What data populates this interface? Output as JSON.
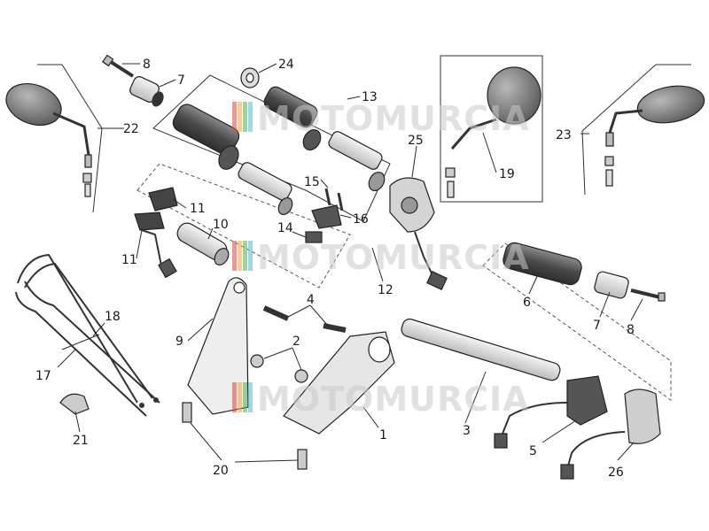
{
  "watermark": {
    "text": "MOTOMURCIA",
    "stripe_colors": [
      "#d9534f",
      "#f0ad4e",
      "#5cb85c",
      "#5bc0de"
    ]
  },
  "callouts": {
    "c1": "1",
    "c2": "2",
    "c3": "3",
    "c4": "4",
    "c5": "5",
    "c6": "6",
    "c7a": "7",
    "c7b": "7",
    "c8a": "8",
    "c8b": "8",
    "c9": "9",
    "c10": "10",
    "c11a": "11",
    "c11b": "11",
    "c12": "12",
    "c13": "13",
    "c14": "14",
    "c15": "15",
    "c16": "16",
    "c17": "17",
    "c18": "18",
    "c19": "19",
    "c20": "20",
    "c21": "21",
    "c22": "22",
    "c23": "23",
    "c24": "24",
    "c25": "25",
    "c26": "26"
  },
  "colors": {
    "part_fill": "#dcdcdc",
    "part_dark": "#4a4a4a",
    "mirror": "#7d7d7d"
  }
}
